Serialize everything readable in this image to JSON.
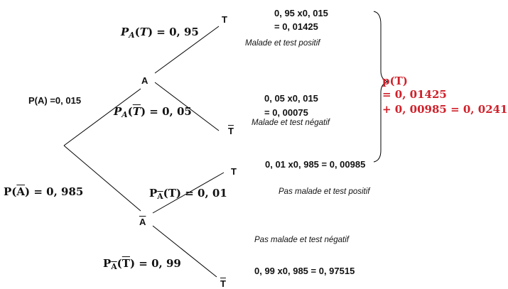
{
  "nodes": {
    "a": "A",
    "a_bar": "A",
    "t_top": "T",
    "t_bar_top": "T",
    "t_mid": "T",
    "t_bar_bottom": "T"
  },
  "branches": {
    "p_a": "P(A) =0, 015",
    "p_abar_prefix": "P(",
    "p_abar_var": "A",
    "p_abar_suffix": ") = 0, 985",
    "pa_t_func": "P",
    "pa_t_sub": "A",
    "pa_t_open": "(",
    "pa_t_var": "T",
    "pa_t_close": ") = 0, 95",
    "pa_tbar_func": "P",
    "pa_tbar_sub": "A",
    "pa_tbar_open": "(",
    "pa_tbar_var": "T",
    "pa_tbar_close": ") = 0, 05",
    "pabar_t_func": "P",
    "pabar_t_sub": "A",
    "pabar_t_rest": "(T) = 0, 01",
    "pabar_tbar_func": "P",
    "pabar_tbar_sub": "A",
    "pabar_tbar_open": "(",
    "pabar_tbar_var": "T",
    "pabar_tbar_close": ") = 0, 99"
  },
  "results": {
    "r1_line1": "0, 95 x0, 015",
    "r1_line2": "= 0, 01425",
    "r1_desc": "Malade et test positif",
    "r2_line1": "0, 05 x0, 015",
    "r2_line2": "= 0, 00075",
    "r2_desc": "Malade et test négatif",
    "r3_line": "0, 01 x0, 985 = 0, 00985",
    "r3_desc": "Pas malade et  test positif",
    "r4_desc": "Pas malade et test négatif",
    "r4_line": "0, 99 x0, 985 = 0, 97515"
  },
  "total": {
    "line1": "p(T)",
    "line2": "= 0, 01425",
    "line3": "+ 0, 00985 = 0, 0241"
  },
  "colors": {
    "line": "#000000",
    "total": "#d0202a"
  }
}
